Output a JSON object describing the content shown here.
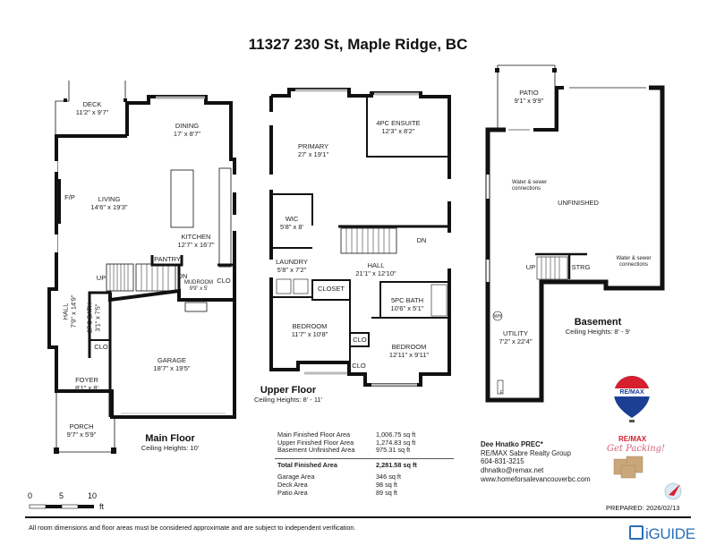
{
  "title": "11327 230 St, Maple Ridge, BC",
  "main_floor": {
    "name": "Main Floor",
    "ceiling": "Ceiling Heights: 10'",
    "rooms": {
      "deck": {
        "name": "DECK",
        "dims": "11'2\" x 9'7\""
      },
      "dining": {
        "name": "DINING",
        "dims": "17' x 8'7\""
      },
      "fp": {
        "name": "F/P"
      },
      "living": {
        "name": "LIVING",
        "dims": "14'6\" x 19'3\""
      },
      "kitchen": {
        "name": "KITCHEN",
        "dims": "12'7\" x 16'7\""
      },
      "pantry": {
        "name": "PANTRY"
      },
      "up": {
        "name": "UP"
      },
      "dn": {
        "name": "DN"
      },
      "mudroom": {
        "name": "MUDROOM",
        "dims": "9'9\" x 5'"
      },
      "clo1": {
        "name": "CLO"
      },
      "hall": {
        "name": "HALL",
        "dims": "7'9\" x 14'9\""
      },
      "bath": {
        "name": "2PC BATH",
        "dims": "3'1\" x 7'5\""
      },
      "clo2": {
        "name": "CLO"
      },
      "garage": {
        "name": "GARAGE",
        "dims": "18'7\" x 19'5\""
      },
      "foyer": {
        "name": "FOYER",
        "dims": "8'1\" x 8'"
      },
      "porch": {
        "name": "PORCH",
        "dims": "9'7\" x 5'9\""
      }
    }
  },
  "upper_floor": {
    "name": "Upper Floor",
    "ceiling": "Ceiling Heights: 8' - 11'",
    "rooms": {
      "primary": {
        "name": "PRIMARY",
        "dims": "27' x 19'1\""
      },
      "ensuite": {
        "name": "4PC ENSUITE",
        "dims": "12'3\" x 8'2\""
      },
      "wic": {
        "name": "WIC",
        "dims": "5'8\" x 8'"
      },
      "dn": {
        "name": "DN"
      },
      "laundry": {
        "name": "LAUNDRY",
        "dims": "5'8\" x 7'2\""
      },
      "hall": {
        "name": "HALL",
        "dims": "21'1\" x 12'10\""
      },
      "closet": {
        "name": "CLOSET"
      },
      "bath": {
        "name": "5PC BATH",
        "dims": "10'6\" x 5'1\""
      },
      "bedroom1": {
        "name": "BEDROOM",
        "dims": "11'7\" x 10'8\""
      },
      "clo1": {
        "name": "CLO"
      },
      "bedroom2": {
        "name": "BEDROOM",
        "dims": "12'11\" x 9'11\""
      },
      "clo2": {
        "name": "CLO"
      }
    }
  },
  "basement": {
    "name": "Basement",
    "ceiling": "Ceiling Heights: 8' - 9'",
    "rooms": {
      "patio": {
        "name": "PATIO",
        "dims": "9'1\" x 9'9\""
      },
      "water1": {
        "name": "Water & sewer",
        "sub": "connections"
      },
      "unfinished": {
        "name": "UNFINISHED"
      },
      "up": {
        "name": "UP"
      },
      "strg": {
        "name": "STRG"
      },
      "water2": {
        "name": "Water & sewer",
        "sub": "connections"
      },
      "utility": {
        "name": "UTILITY",
        "dims": "7'2\" x 22'4\""
      },
      "wh": {
        "name": "WH"
      },
      "f": {
        "name": "F"
      }
    }
  },
  "areas": {
    "rows": [
      {
        "label": "Main Finished Floor Area",
        "value": "1,006.75 sq ft"
      },
      {
        "label": "Upper Finished Floor Area",
        "value": "1,274.83 sq ft"
      },
      {
        "label": "Basement Unfinished Area",
        "value": "975.31 sq ft"
      }
    ],
    "total": {
      "label": "Total Finished Area",
      "value": "2,281.58 sq ft"
    },
    "extra": [
      {
        "label": "Garage Area",
        "value": "346 sq ft"
      },
      {
        "label": "Deck Area",
        "value": "98 sq ft"
      },
      {
        "label": "Patio Area",
        "value": "89 sq ft"
      }
    ]
  },
  "contact": {
    "name": "Dee Hnatko PREC*",
    "company": "RE/MAX Sabre Realty Group",
    "phone": "604-831-3215",
    "email": "dhnatko@remax.net",
    "website": "www.homeforsalevancouverbc.com"
  },
  "logos": {
    "remax_balloon": "RE/MAX",
    "remax_text": "RE/MAX",
    "get_packing": "Get Packing!",
    "iguide": "iGUIDE"
  },
  "scale": {
    "ticks": [
      "0",
      "5",
      "10"
    ],
    "unit": "ft"
  },
  "prepared": "PREPARED: 2026/02/13",
  "disclaimer": "All room dimensions and floor areas must be considered approximate and are subject to independent verification.",
  "colors": {
    "wall": "#111111",
    "remax_red": "#d6202e",
    "remax_blue": "#1c3f94",
    "iguide_blue": "#2a6fb5"
  }
}
